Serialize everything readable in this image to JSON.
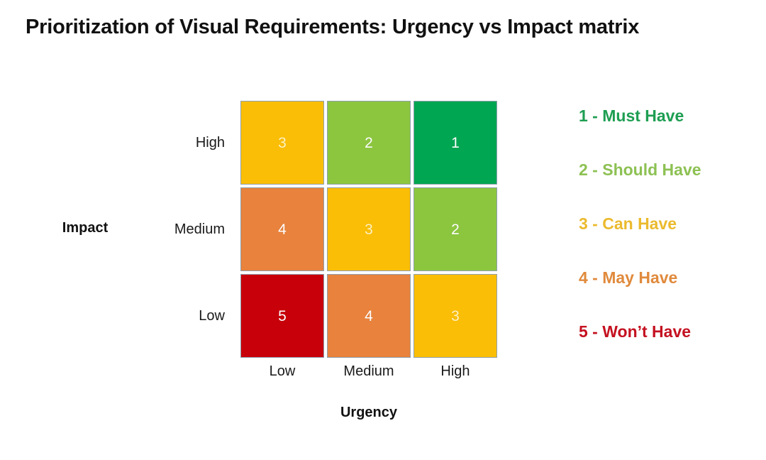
{
  "title": "Prioritization of Visual Requirements: Urgency vs Impact matrix",
  "axes": {
    "x_title": "Urgency",
    "y_title": "Impact",
    "x_ticks": [
      "Low",
      "Medium",
      "High"
    ],
    "y_ticks": [
      "High",
      "Medium",
      "Low"
    ]
  },
  "colors": {
    "must_have": "#00A651",
    "should_have": "#8CC63F",
    "can_have": "#FBBE06",
    "may_have": "#E8823C",
    "wont_have": "#C8000A",
    "cell_border": "#8FA0AE",
    "legend_must_have": "#1E9E52",
    "legend_should_have": "#8DC153",
    "legend_can_have": "#EBBA2E",
    "legend_may_have": "#E08A3C",
    "legend_wont_have": "#C41120",
    "text": "#1A1A1A",
    "background": "#FFFFFF"
  },
  "legend": [
    {
      "label": "1 - Must Have",
      "color": "#1E9E52"
    },
    {
      "label": "2 - Should Have",
      "color": "#8DC153"
    },
    {
      "label": "3 - Can Have",
      "color": "#EBBA2E"
    },
    {
      "label": "4 - May Have",
      "color": "#E08A3C"
    },
    {
      "label": "5 - Won’t Have",
      "color": "#C41120"
    }
  ],
  "chart_data": {
    "type": "heatmap",
    "title": "Prioritization of Visual Requirements: Urgency vs Impact matrix",
    "xlabel": "Urgency",
    "ylabel": "Impact",
    "x_categories": [
      "Low",
      "Medium",
      "High"
    ],
    "y_categories": [
      "High",
      "Medium",
      "Low"
    ],
    "grid": false,
    "legend_position": "right",
    "cells": [
      {
        "impact": "High",
        "urgency": "Low",
        "value": "3",
        "color": "#FBBE06",
        "text_color": "#FFF3C2"
      },
      {
        "impact": "High",
        "urgency": "Medium",
        "value": "2",
        "color": "#8CC63F",
        "text_color": "#FFFFFF"
      },
      {
        "impact": "High",
        "urgency": "High",
        "value": "1",
        "color": "#00A651",
        "text_color": "#FFFFFF"
      },
      {
        "impact": "Medium",
        "urgency": "Low",
        "value": "4",
        "color": "#E8823C",
        "text_color": "#FFFFFF"
      },
      {
        "impact": "Medium",
        "urgency": "Medium",
        "value": "3",
        "color": "#FBBE06",
        "text_color": "#FFF3C2"
      },
      {
        "impact": "Medium",
        "urgency": "High",
        "value": "2",
        "color": "#8CC63F",
        "text_color": "#FFFFFF"
      },
      {
        "impact": "Low",
        "urgency": "Low",
        "value": "5",
        "color": "#C8000A",
        "text_color": "#FFFFFF"
      },
      {
        "impact": "Low",
        "urgency": "Medium",
        "value": "4",
        "color": "#E8823C",
        "text_color": "#FFFFFF"
      },
      {
        "impact": "Low",
        "urgency": "High",
        "value": "3",
        "color": "#FBBE06",
        "text_color": "#FFF3C2"
      }
    ],
    "values_matrix": [
      [
        3,
        2,
        1
      ],
      [
        4,
        3,
        2
      ],
      [
        5,
        4,
        3
      ]
    ],
    "value_meanings": {
      "1": "Must Have",
      "2": "Should Have",
      "3": "Can Have",
      "4": "May Have",
      "5": "Won’t Have"
    }
  }
}
